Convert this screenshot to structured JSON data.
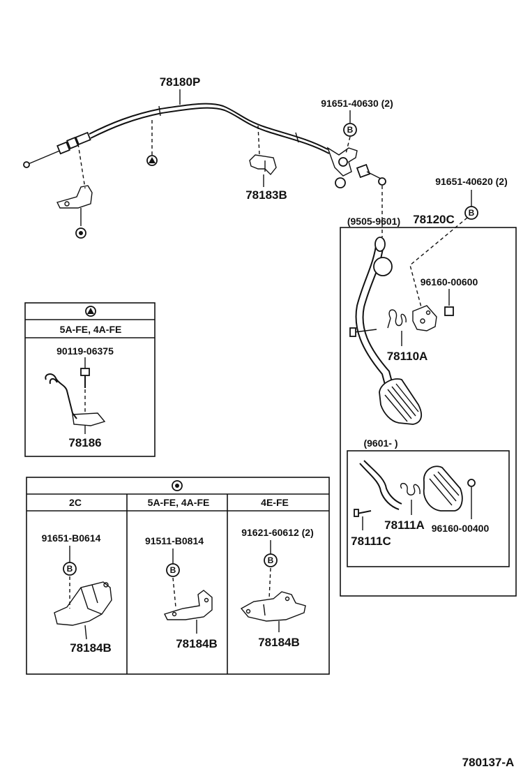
{
  "labels": {
    "cable": "78180P",
    "clip": "78183B",
    "bolt_top": "91651-40630 (2)",
    "bolt_right": "91651-40620 (2)",
    "range_a": "(9505-9601)",
    "pedal_assy": "78120C",
    "nut_a": "96160-00600",
    "spring_a": "78110A",
    "range_b": "(9601-        )",
    "spring_b": "78111A",
    "pin_b": "78111C",
    "nut_b": "96160-00400",
    "box1_engine": "5A-FE, 4A-FE",
    "box1_bolt": "90119-06375",
    "box1_part": "78186",
    "col1_engine": "2C",
    "col2_engine": "5A-FE, 4A-FE",
    "col3_engine": "4E-FE",
    "col1_bolt": "91651-B0614",
    "col2_bolt": "91511-B0814",
    "col3_bolt": "91621-60612 (2)",
    "col1_part": "78184B",
    "col2_part": "78184B",
    "col3_part": "78184B",
    "bolt_marker": "B",
    "figure_code": "780137-A"
  },
  "colors": {
    "ink": "#111111",
    "paper": "#ffffff"
  },
  "icons": {
    "triangle_marker": "triangle-marker-icon",
    "circle_marker": "circle-marker-icon"
  }
}
